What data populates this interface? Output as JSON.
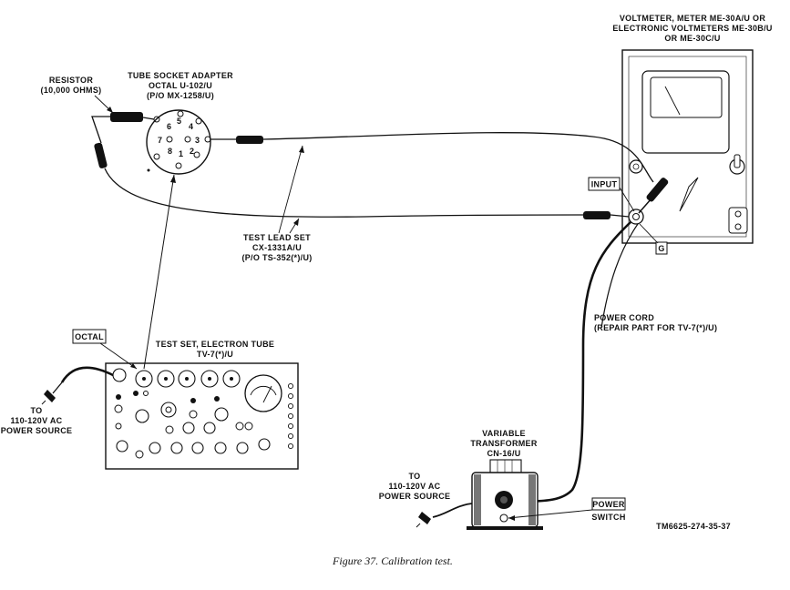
{
  "labels": {
    "resistor_1": "RESISTOR",
    "resistor_2": "(10,000 OHMS)",
    "adapter_1": "TUBE SOCKET ADAPTER",
    "adapter_2": "OCTAL U-102/U",
    "adapter_3": "(P/O MX-1258/U)",
    "voltmeter_1": "VOLTMETER, METER ME-30A/U OR",
    "voltmeter_2": "ELECTRONIC VOLTMETERS ME-30B/U",
    "voltmeter_3": "OR ME-30C/U",
    "input": "INPUT",
    "ground": "G",
    "testlead_1": "TEST LEAD SET",
    "testlead_2": "CX-1331A/U",
    "testlead_3": "(P/O TS-352(*)/U)",
    "powercord_1": "POWER CORD",
    "powercord_2": "(REPAIR PART FOR TV-7(*)/U)",
    "octal": "OCTAL",
    "testset_1": "TEST SET, ELECTRON TUBE",
    "testset_2": "TV-7(*)/U",
    "src_left_1": "TO",
    "src_left_2": "110-120V AC",
    "src_left_3": "POWER SOURCE",
    "vartrans_1": "VARIABLE",
    "vartrans_2": "TRANSFORMER",
    "vartrans_3": "CN-16/U",
    "src_mid_1": "TO",
    "src_mid_2": "110-120V AC",
    "src_mid_3": "POWER SOURCE",
    "power": "POWER",
    "switch": "SWITCH",
    "figure_code": "TM6625-274-35-37",
    "caption": "Figure 37.  Calibration test."
  },
  "pins": [
    "1",
    "2",
    "3",
    "4",
    "5",
    "6",
    "7",
    "8"
  ]
}
